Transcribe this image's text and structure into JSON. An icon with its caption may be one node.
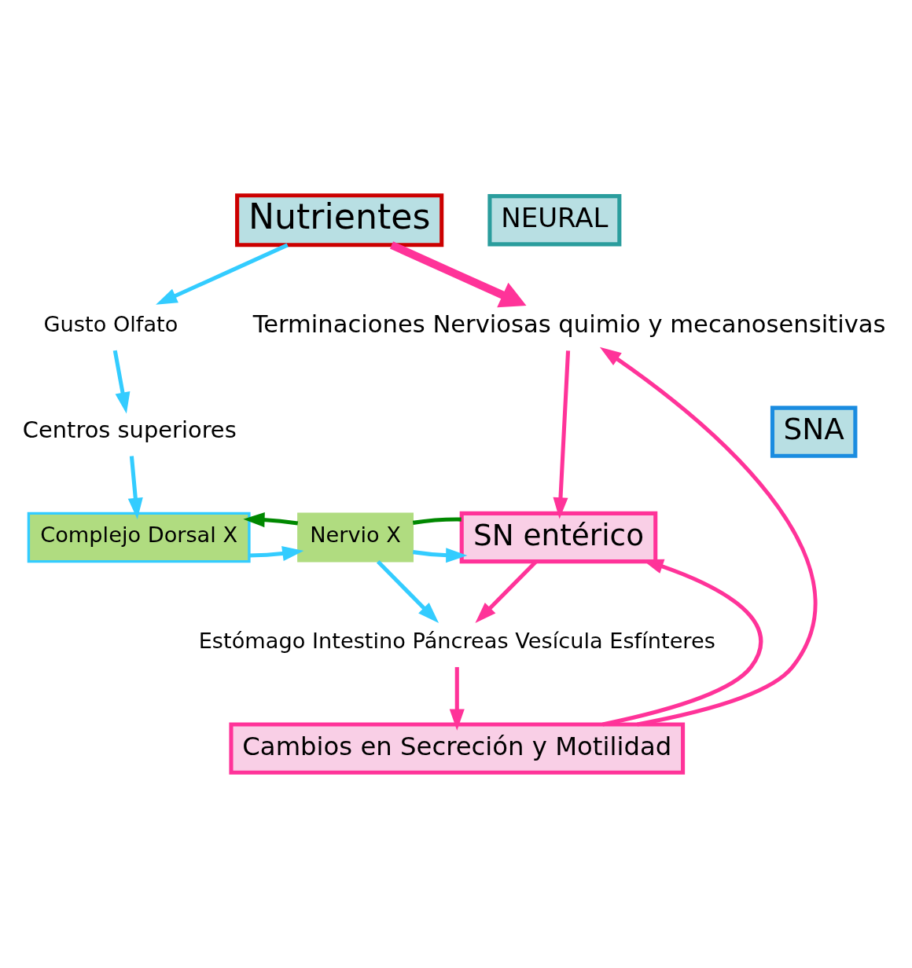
{
  "diagram": {
    "nodes": [
      {
        "text": [
          "Nutrientes"
        ]
      },
      {
        "text": [
          "NEURAL"
        ]
      },
      {
        "text": [
          "Gusto Olfato"
        ]
      },
      {
        "text": [
          "Terminaciones Nerviosas quimio y mecanosensitivas"
        ]
      },
      {
        "text": [
          "Centros superiores"
        ]
      },
      {
        "text": [
          "SNA"
        ]
      },
      {
        "text": [
          "Complejo Dorsal X"
        ]
      },
      {
        "text": [
          "Nervio X"
        ]
      },
      {
        "text": [
          "SN entérico"
        ]
      },
      {
        "text": [
          "Estómago Intestino Páncreas Vesícula Esfínteres"
        ]
      },
      {
        "text": [
          "Cambios en Secreción y Motilidad"
        ]
      }
    ],
    "edges": [
      {
        "from": 0,
        "to": 2,
        "arrow": "to",
        "color": "#33ccff"
      },
      {
        "from": 0,
        "to": 3,
        "arrow": "to",
        "style": "thick",
        "color": "#ff3399"
      },
      {
        "from": 2,
        "to": 4,
        "arrow": "to",
        "color": "#33ccff"
      },
      {
        "from": 4,
        "to": 6,
        "arrow": "to",
        "color": "#33ccff"
      },
      {
        "from": 6,
        "to": 7,
        "arrow": "to",
        "color": "#33ccff"
      },
      {
        "from": 7,
        "to": 6,
        "arrow": "to",
        "color": "#008800"
      },
      {
        "from": 7,
        "to": 8,
        "arrow": "to",
        "color": "#33ccff"
      },
      {
        "from": 8,
        "to": 7,
        "arrow": "none",
        "color": "#008800"
      },
      {
        "from": 3,
        "to": 8,
        "arrow": "to",
        "color": "#ff3399"
      },
      {
        "from": 7,
        "to": 9,
        "arrow": "to",
        "color": "#33ccff"
      },
      {
        "from": 8,
        "to": 9,
        "arrow": "to",
        "color": "#ff3399"
      },
      {
        "from": 9,
        "to": 10,
        "arrow": "to",
        "color": "#ff3399"
      },
      {
        "from": 10,
        "to": 3,
        "arrow": "to",
        "color": "#ff3399"
      },
      {
        "from": 10,
        "to": 8,
        "arrow": "to",
        "color": "#ff3399"
      }
    ]
  }
}
